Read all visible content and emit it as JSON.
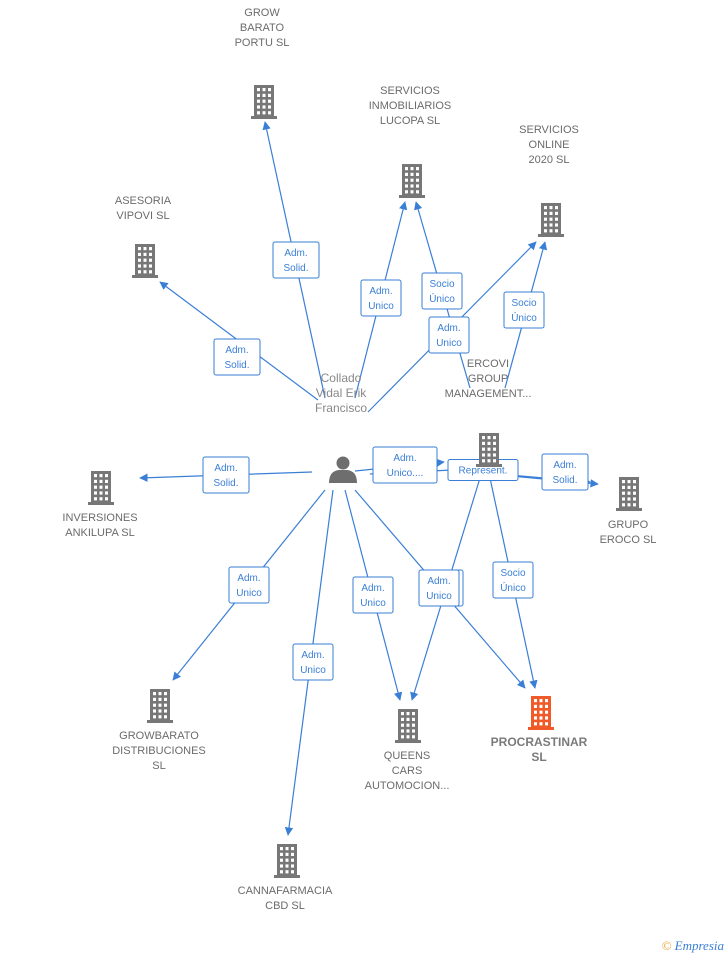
{
  "center": {
    "name_lines": [
      "Collado",
      "Vidal Erik",
      "Francisco"
    ]
  },
  "companies": [
    {
      "id": "grow_baratoportu",
      "lines": [
        "GROW",
        "BARATO",
        "PORTU  SL"
      ],
      "color": "#777777"
    },
    {
      "id": "servicios_inmob",
      "lines": [
        "SERVICIOS",
        "INMOBILIARIOS",
        "LUCOPA  SL"
      ],
      "color": "#777777"
    },
    {
      "id": "servicios_online",
      "lines": [
        "SERVICIOS",
        "ONLINE",
        "2020  SL"
      ],
      "color": "#777777"
    },
    {
      "id": "asesoria",
      "lines": [
        "ASESORIA",
        "VIPOVI  SL"
      ],
      "color": "#777777"
    },
    {
      "id": "ercovi",
      "lines": [
        "ERCOVI",
        "GROUP",
        "MANAGEMENT..."
      ],
      "color": "#777777"
    },
    {
      "id": "inversiones",
      "lines": [
        "INVERSIONES",
        "ANKILUPA  SL"
      ],
      "color": "#777777"
    },
    {
      "id": "grupo_eroco",
      "lines": [
        "GRUPO",
        "EROCO  SL"
      ],
      "color": "#777777"
    },
    {
      "id": "growbarato_dist",
      "lines": [
        "GROWBARATO",
        "DISTRIBUCIONES",
        "SL"
      ],
      "color": "#777777"
    },
    {
      "id": "queens",
      "lines": [
        "QUEENS",
        "CARS",
        "AUTOMOCION..."
      ],
      "color": "#777777"
    },
    {
      "id": "procrastinar",
      "lines": [
        "PROCRASTINAR",
        "SL"
      ],
      "color": "#f05a28",
      "highlight": true
    },
    {
      "id": "cannafarmacia",
      "lines": [
        "CANNAFARMACIA",
        "CBD  SL"
      ],
      "color": "#777777"
    }
  ],
  "edges": [
    {
      "from": "center",
      "to": "grow_baratoportu",
      "label_lines": [
        "Adm.",
        "Solid."
      ]
    },
    {
      "from": "center",
      "to": "servicios_inmob",
      "label_lines": [
        "Adm.",
        "Unico"
      ]
    },
    {
      "from": "ercovi",
      "to": "servicios_inmob",
      "label_lines": [
        "Socio",
        "Único"
      ]
    },
    {
      "from": "center",
      "to": "servicios_online",
      "label_lines": [
        "Adm.",
        "Unico"
      ]
    },
    {
      "from": "ercovi",
      "to": "servicios_online",
      "label_lines": [
        "Socio",
        "Único"
      ]
    },
    {
      "from": "center",
      "to": "asesoria",
      "label_lines": [
        "Adm.",
        "Solid."
      ]
    },
    {
      "from": "center",
      "to": "ercovi",
      "label_lines": [
        "Adm.",
        "Unico...."
      ]
    },
    {
      "from": "center",
      "to": "inversiones",
      "label_lines": [
        "Adm.",
        "Solid."
      ]
    },
    {
      "from": "center",
      "to": "grupo_eroco",
      "label_lines": [
        "Represent."
      ]
    },
    {
      "from": "ercovi",
      "to": "grupo_eroco",
      "label_lines": [
        "Adm.",
        "Solid."
      ]
    },
    {
      "from": "center",
      "to": "growbarato_dist",
      "label_lines": [
        "Adm.",
        "Unico"
      ]
    },
    {
      "from": "center",
      "to": "queens",
      "label_lines": [
        "Adm.",
        "Unico"
      ]
    },
    {
      "from": "ercovi",
      "to": "queens",
      "label_lines": [
        "Adm.",
        "Unico"
      ]
    },
    {
      "from": "center",
      "to": "procrastinar",
      "label_lines": [
        "Adm.",
        "Unico"
      ]
    },
    {
      "from": "ercovi",
      "to": "procrastinar",
      "label_lines": [
        "Socio",
        "Único"
      ]
    },
    {
      "from": "center",
      "to": "cannafarmacia",
      "label_lines": [
        "Adm.",
        "Unico"
      ]
    }
  ],
  "brand": {
    "copyright": "©",
    "name": "Empresia"
  },
  "colors": {
    "edge": "#3a7fd6",
    "building": "#777777",
    "highlight": "#f05a28",
    "person": "#6e6e6e"
  }
}
